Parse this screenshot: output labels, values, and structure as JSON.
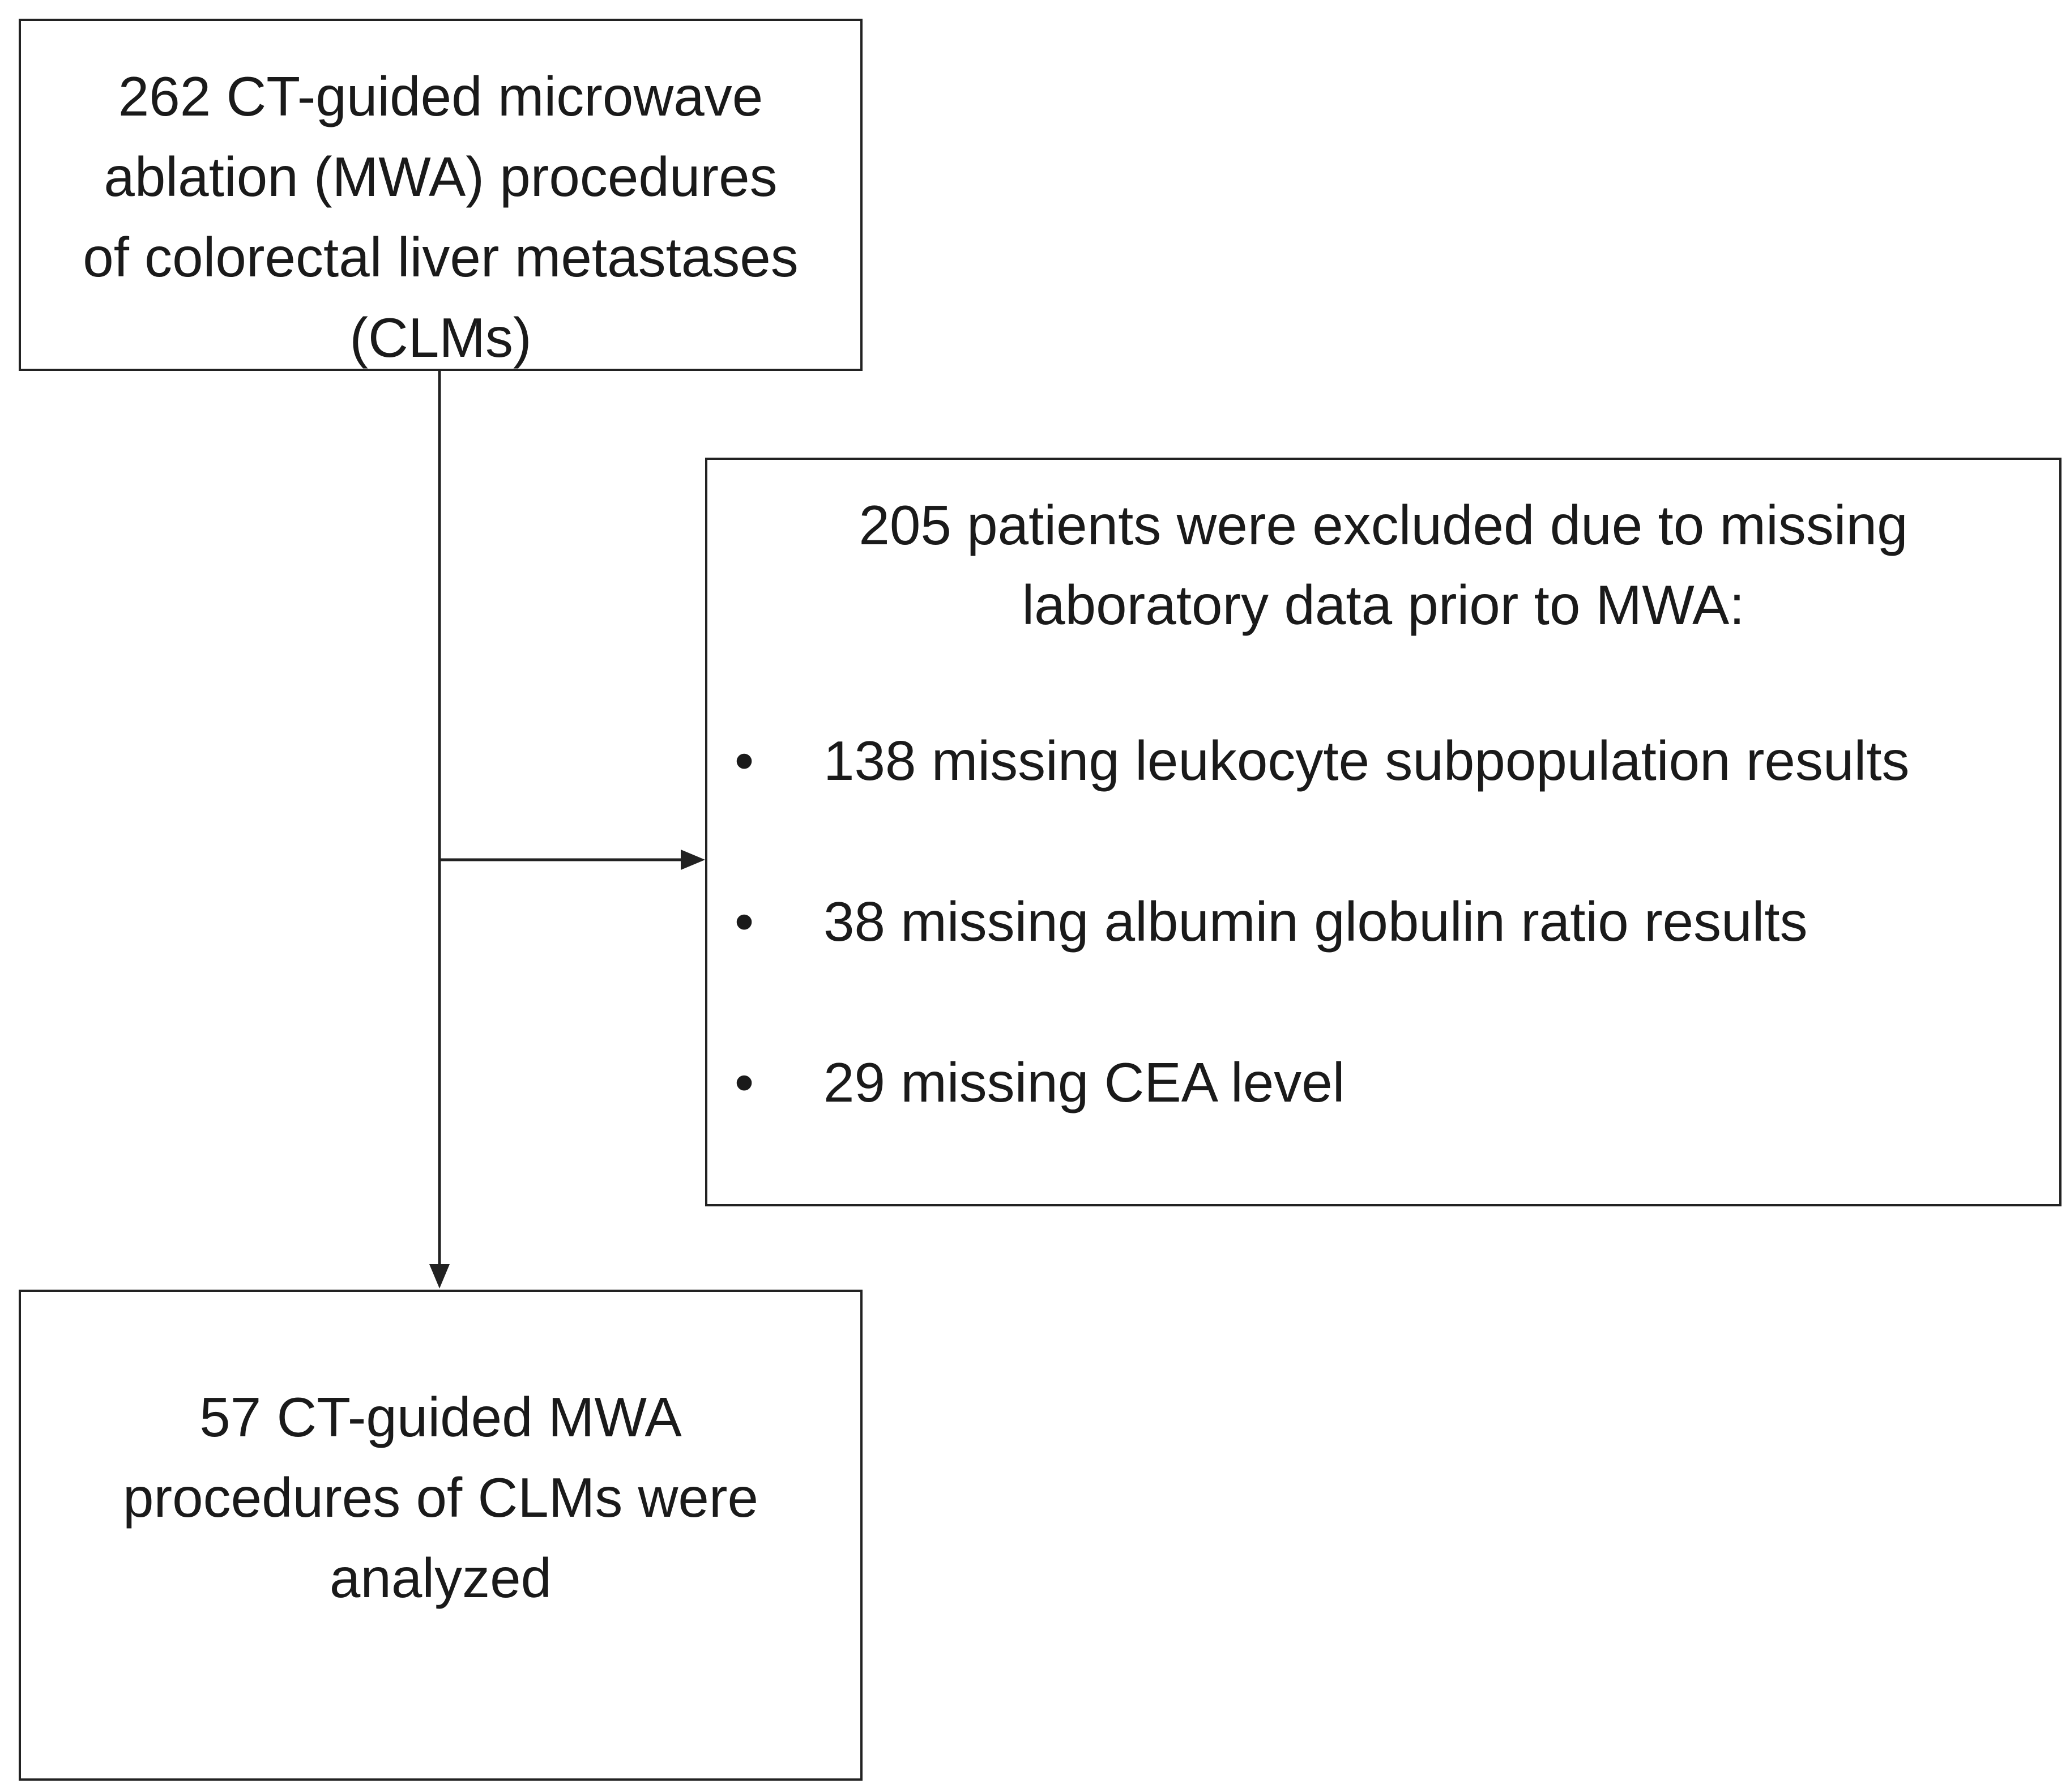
{
  "boxes": {
    "top": {
      "lines": [
        "262 CT-guided microwave",
        "ablation (MWA) procedures",
        "of colorectal liver metastases",
        "(CLMs)"
      ]
    },
    "exclusion": {
      "lines": [
        "205 patients were excluded due to missing",
        "laboratory data prior to MWA:"
      ],
      "bullets": [
        "138 missing leukocyte subpopulation results",
        "38 missing albumin globulin ratio results",
        "29 missing CEA level"
      ],
      "bullet_glyph": "•"
    },
    "bottom": {
      "lines": [
        "57 CT-guided MWA",
        "procedures of CLMs were",
        "analyzed"
      ]
    }
  },
  "colors": {
    "border": "#222222",
    "text": "#1a1a1a",
    "background": "#ffffff"
  }
}
